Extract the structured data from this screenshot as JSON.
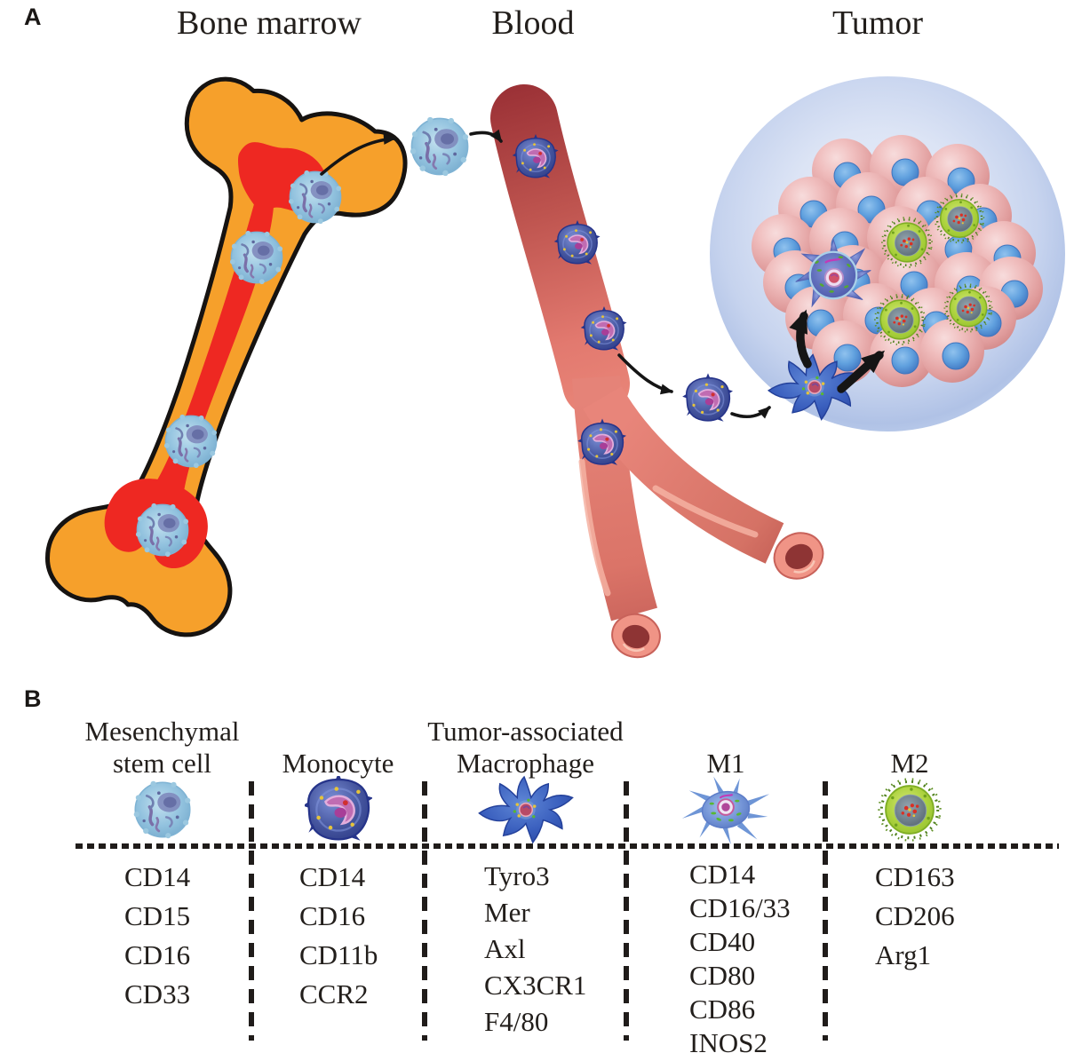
{
  "panelA": {
    "label": "A",
    "section_titles": [
      {
        "id": "bone-marrow",
        "label": "Bone marrow"
      },
      {
        "id": "blood",
        "label": "Blood"
      },
      {
        "id": "tumor",
        "label": "Tumor"
      }
    ]
  },
  "panelB": {
    "label": "B",
    "columns": [
      {
        "header_lines": [
          "Mesenchymal",
          "stem cell"
        ],
        "cell": "mesenchymal-stem-cell",
        "markers": [
          "CD14",
          "CD15",
          "CD16",
          "CD33"
        ]
      },
      {
        "header_lines": [
          "Monocyte"
        ],
        "cell": "monocyte",
        "markers": [
          "CD14",
          "CD16",
          "CD11b",
          "CCR2"
        ]
      },
      {
        "header_lines": [
          "Tumor-associated",
          "Macrophage"
        ],
        "cell": "tumor-associated-macrophage",
        "markers": [
          "Tyro3",
          "Mer",
          "Axl",
          "CX3CR1",
          "F4/80"
        ]
      },
      {
        "header_lines": [
          "M1"
        ],
        "cell": "m1-macrophage",
        "markers": [
          "CD14",
          "CD16/33",
          "CD40",
          "CD80",
          "CD86",
          "INOS2"
        ]
      },
      {
        "header_lines": [
          "M2"
        ],
        "cell": "m2-macrophage",
        "markers": [
          "CD163",
          "CD206",
          "Arg1"
        ]
      }
    ]
  },
  "colors": {
    "bone_orange": "#F6A02B",
    "bone_outline": "#161311",
    "marrow_red": "#EE2822",
    "vessel_dark_red": "#9B3136",
    "vessel_salmon": "#E8857A",
    "vessel_lumen": "#8E3434",
    "tumor_background_blue": "#CBD7EE",
    "tumor_cell_pink": "#E8A8A8",
    "tumor_nucleus_blue": "#4A86CC",
    "msc_light_blue": "#8FC0DD",
    "monocyte_blue": "#3A4A9E",
    "macrophage_blue": "#2E4BA8",
    "tam_purple_blue": "#6270BC",
    "m2_green": "#9CC832",
    "arrow_black": "#151515",
    "text": "#221E1B"
  }
}
